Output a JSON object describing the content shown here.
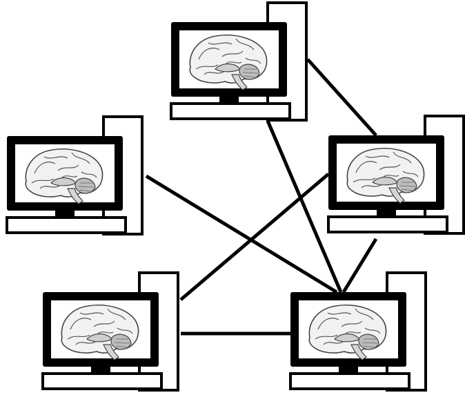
{
  "diagram": {
    "node_icon": "computer-with-brain-icon",
    "nodes": [
      {
        "id": "top"
      },
      {
        "id": "left"
      },
      {
        "id": "right"
      },
      {
        "id": "bottom-left"
      },
      {
        "id": "bottom-right"
      }
    ],
    "links": [
      {
        "from": "top",
        "to": "right"
      },
      {
        "from": "top",
        "to": "bottom-right"
      },
      {
        "from": "left",
        "to": "bottom-right"
      },
      {
        "from": "right",
        "to": "bottom-left"
      },
      {
        "from": "right",
        "to": "bottom-right"
      },
      {
        "from": "bottom-left",
        "to": "bottom-right"
      }
    ],
    "colors": {
      "line": "#000000",
      "background": "#ffffff",
      "brain_fill": "#f2f2f2",
      "brain_stroke": "#444444"
    }
  }
}
